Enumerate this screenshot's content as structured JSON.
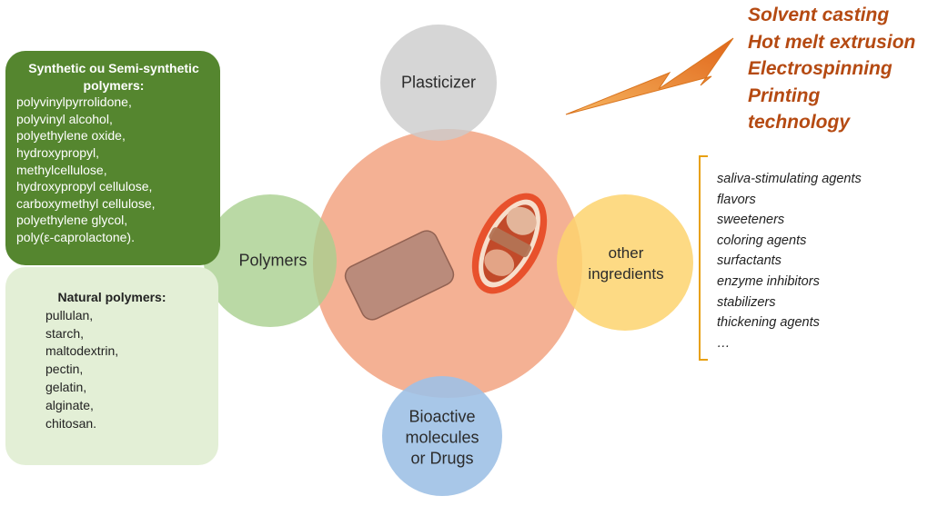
{
  "synthetic_box": {
    "title": "Synthetic ou Semi-synthetic polymers:",
    "items": [
      "polyvinylpyrrolidone,",
      "polyvinyl alcohol,",
      "polyethylene oxide,",
      "hydroxypropyl,",
      "methylcellulose,",
      "hydroxypropyl cellulose,",
      "carboxymethyl cellulose,",
      "polyethylene glycol,",
      "poly(ε-caprolactone)."
    ]
  },
  "natural_box": {
    "title": "Natural polymers:",
    "items": [
      "pullulan,",
      "starch,",
      "maltodextrin,",
      "pectin,",
      "gelatin,",
      "alginate,",
      "chitosan."
    ]
  },
  "circles": {
    "plasticizer": "Plasticizer",
    "polymers": "Polymers",
    "other_ingredients": [
      "other",
      "ingredients"
    ],
    "bioactive": [
      "Bioactive",
      "molecules",
      "or Drugs"
    ]
  },
  "other_ingredients_list": [
    "saliva-stimulating agents",
    "flavors",
    "sweeteners",
    "coloring agents",
    "surfactants",
    "enzyme inhibitors",
    "stabilizers",
    "thickening agents",
    "…"
  ],
  "methods": [
    "Solvent casting",
    "Hot melt extrusion",
    "Electrospinning",
    "Printing",
    "technology"
  ],
  "colors": {
    "synthetic_box": "#55862f",
    "natural_box": "#e3efd6",
    "center_circle": "#f3ad8e",
    "plasticizer_circle": "#cfcfcf",
    "polymers_circle": "#a9cf8e",
    "other_ingredients_circle": "#fdd36e",
    "bioactive_circle": "#9fc1e6",
    "methods_text": "#b54a12",
    "arrow": "#e8801e",
    "bracket": "#e8a010"
  },
  "icons": [
    "film-strip-icon",
    "mouth-icon",
    "lightning-arrow-icon"
  ]
}
